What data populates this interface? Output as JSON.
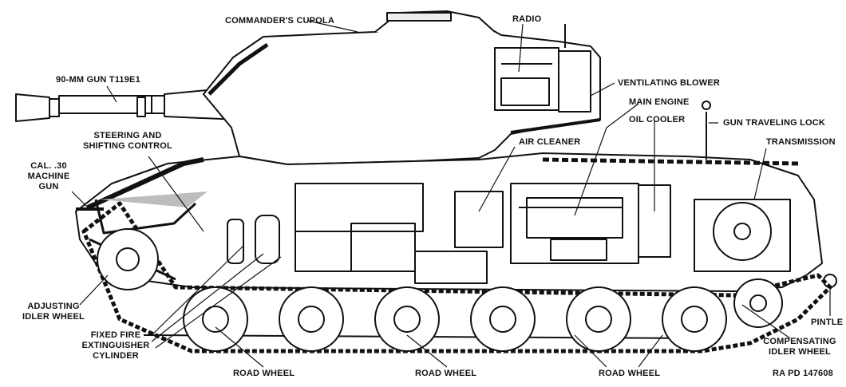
{
  "labels": {
    "commanders_cupola": "COMMANDER'S CUPOLA",
    "radio": "RADIO",
    "gun": "90-MM GUN T119E1",
    "ventilating_blower": "VENTILATING BLOWER",
    "main_engine": "MAIN ENGINE",
    "oil_cooler": "OIL COOLER",
    "gun_traveling_lock": "GUN TRAVELING LOCK",
    "steering_line1": "STEERING AND",
    "steering_line2": "SHIFTING CONTROL",
    "air_cleaner": "AIR CLEANER",
    "transmission": "TRANSMISSION",
    "mg_line1": "CAL. .30",
    "mg_line2": "MACHINE",
    "mg_line3": "GUN",
    "adjusting_line1": "ADJUSTING",
    "adjusting_line2": "IDLER WHEEL",
    "extinguisher_line1": "FIXED FIRE",
    "extinguisher_line2": "EXTINGUISHER",
    "extinguisher_line3": "CYLINDER",
    "pintle": "PINTLE",
    "compensating_line1": "COMPENSATING",
    "compensating_line2": "IDLER WHEEL",
    "road_wheel_1": "ROAD WHEEL",
    "road_wheel_2": "ROAD WHEEL",
    "road_wheel_3": "ROAD WHEEL",
    "ref": "RA PD 147608"
  },
  "colors": {
    "ink": "#111111",
    "shade": "#bdbdbd",
    "paper": "#ffffff"
  }
}
